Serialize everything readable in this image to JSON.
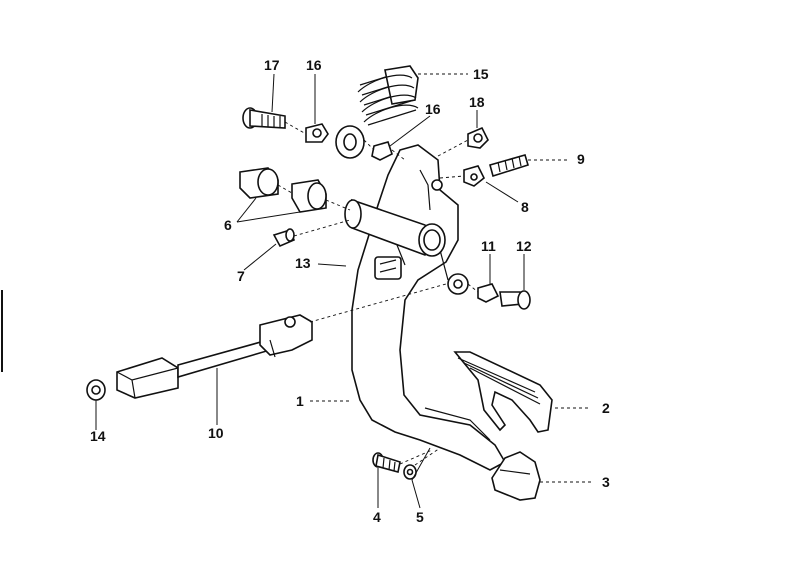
{
  "diagram": {
    "callouts": [
      {
        "id": "c1",
        "text": "1"
      },
      {
        "id": "c2",
        "text": "2"
      },
      {
        "id": "c3",
        "text": "3"
      },
      {
        "id": "c4",
        "text": "4"
      },
      {
        "id": "c5",
        "text": "5"
      },
      {
        "id": "c6",
        "text": "6"
      },
      {
        "id": "c7",
        "text": "7"
      },
      {
        "id": "c8",
        "text": "8"
      },
      {
        "id": "c9",
        "text": "9"
      },
      {
        "id": "c10",
        "text": "10"
      },
      {
        "id": "c11",
        "text": "11"
      },
      {
        "id": "c12",
        "text": "12"
      },
      {
        "id": "c13",
        "text": "13"
      },
      {
        "id": "c14",
        "text": "14"
      },
      {
        "id": "c15",
        "text": "15"
      },
      {
        "id": "c16a",
        "text": "16"
      },
      {
        "id": "c16b",
        "text": "16"
      },
      {
        "id": "c17",
        "text": "17"
      },
      {
        "id": "c18",
        "text": "18"
      }
    ]
  }
}
